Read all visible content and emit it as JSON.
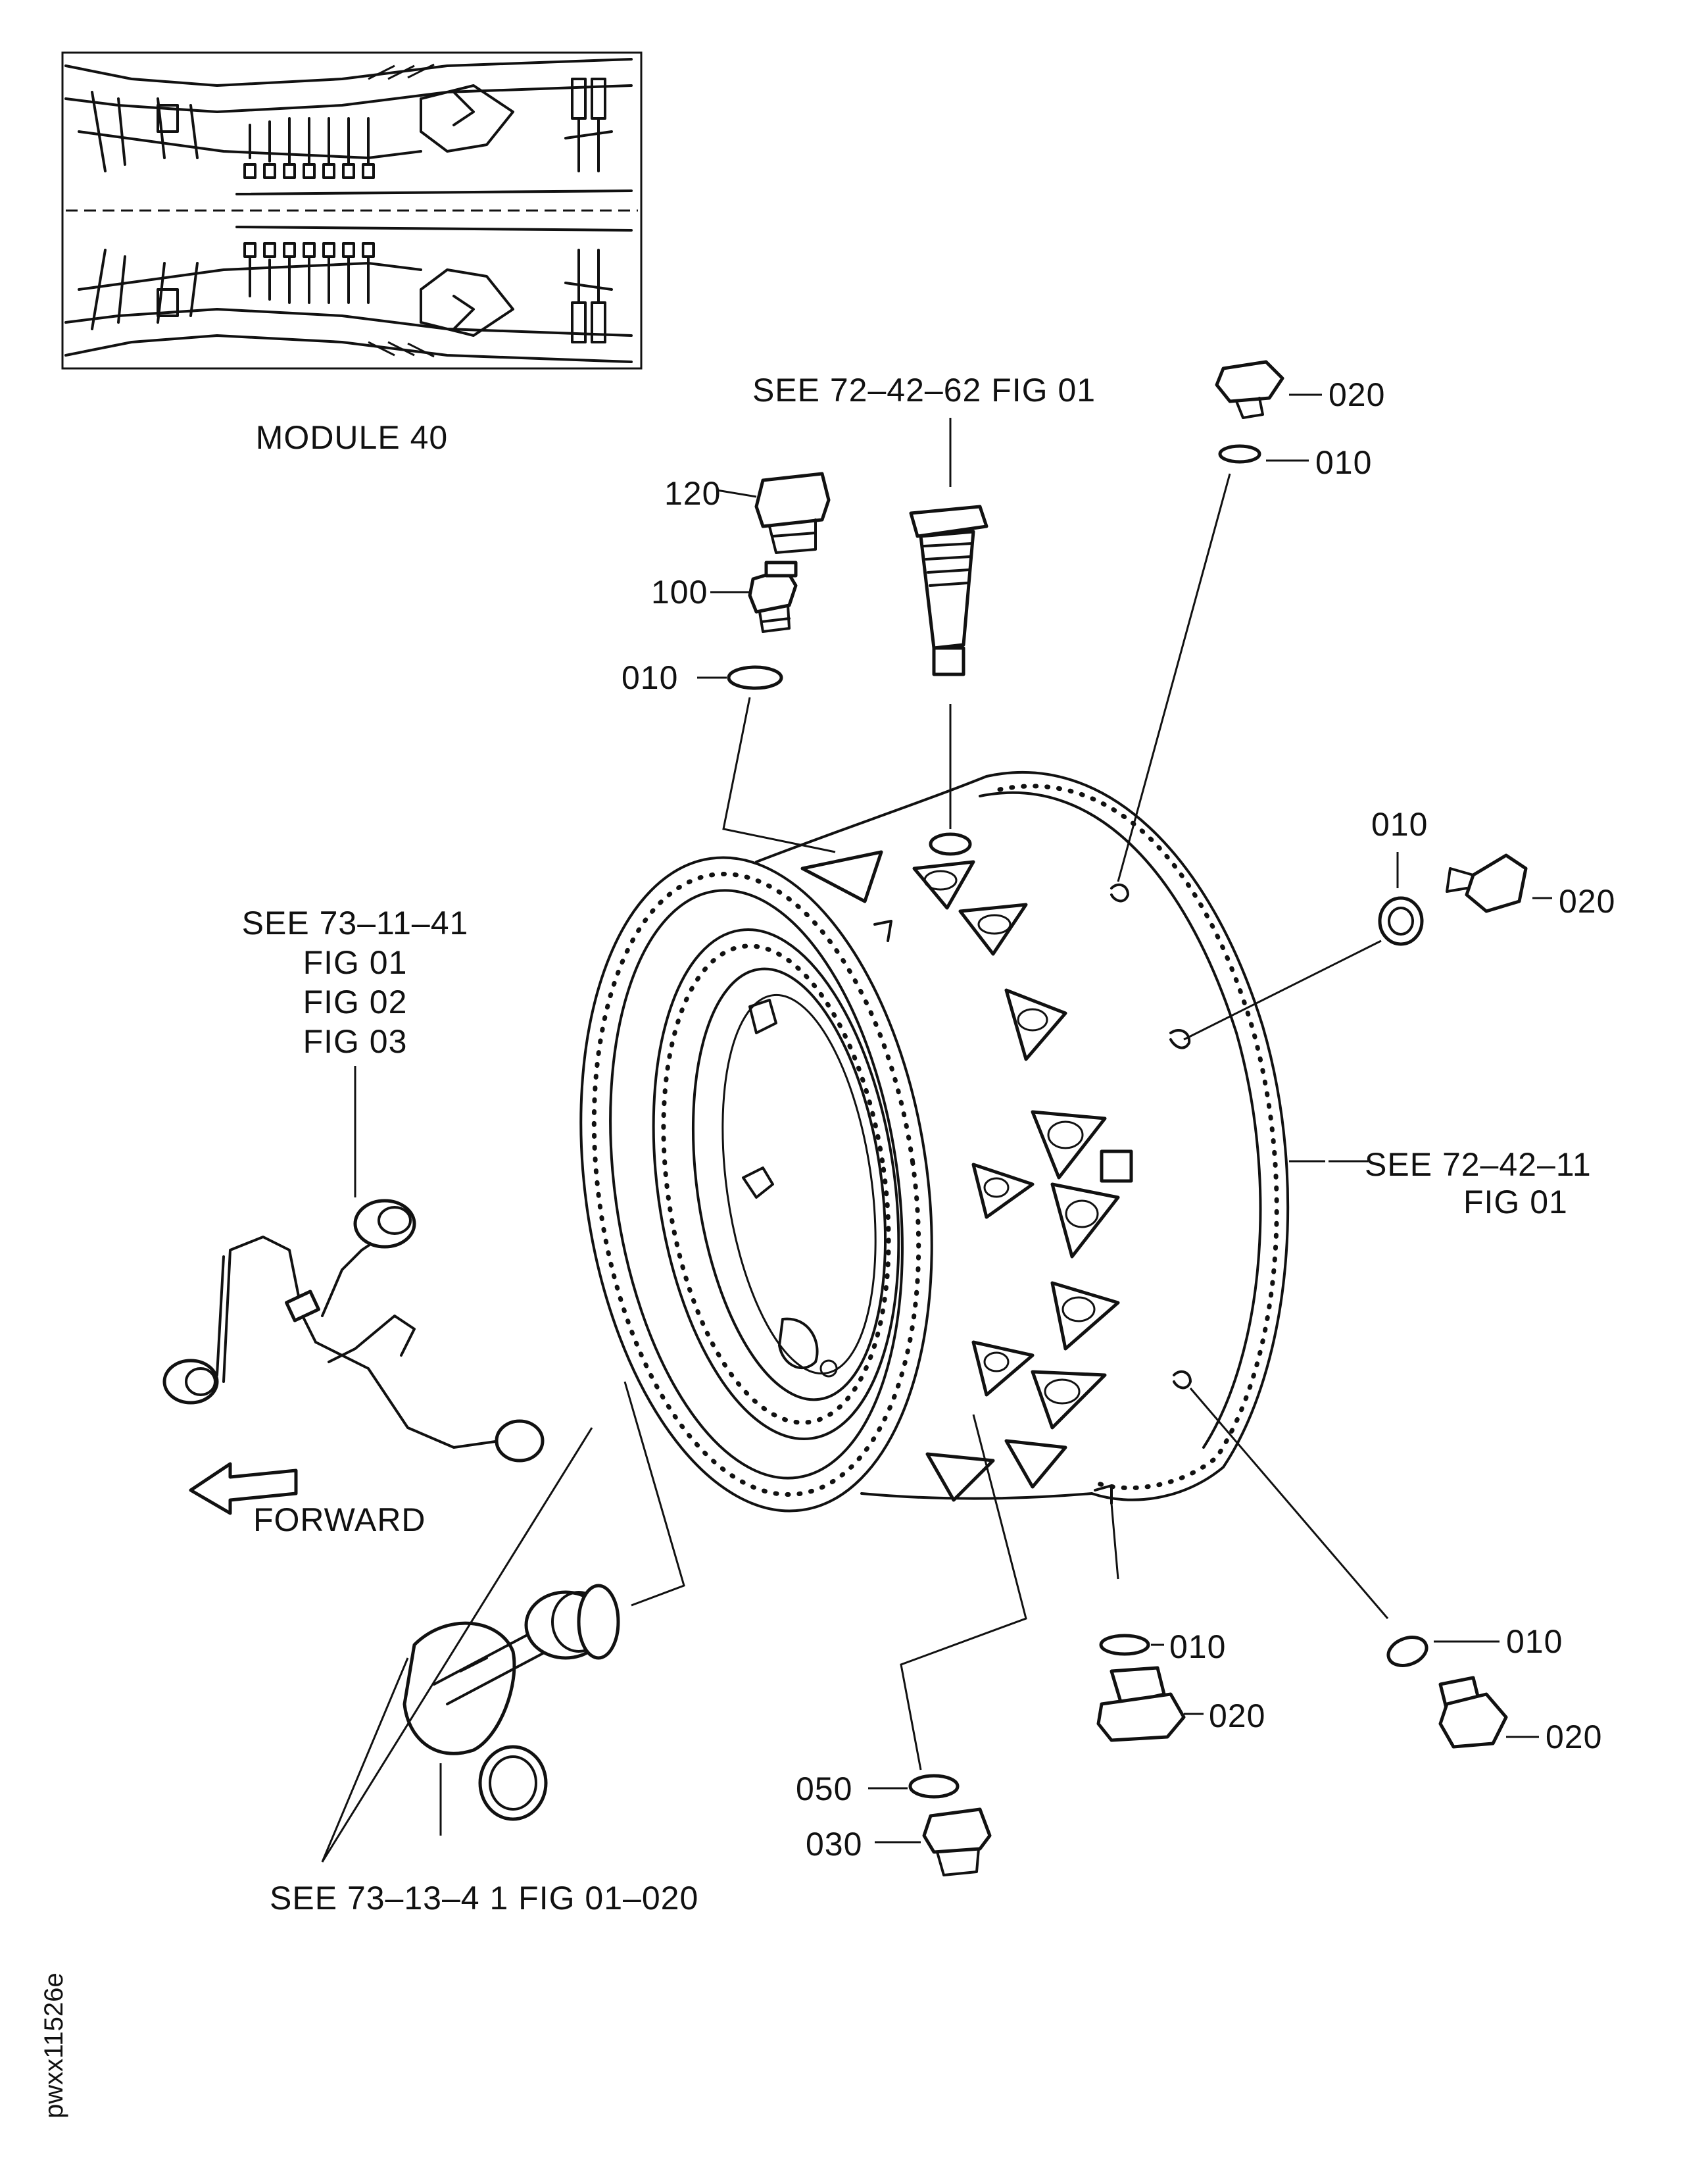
{
  "module_label": "MODULE 40",
  "refs": {
    "top": "SEE 72–42–62 FIG 01",
    "right_line1": "SEE 72–42–11",
    "right_line2": "FIG 01",
    "left_line1": "SEE 73–11–41",
    "left_line2": "FIG 01",
    "left_line3": "FIG 02",
    "left_line4": "FIG 03",
    "bottom": "SEE 73–13–4 1 FIG 01–020"
  },
  "direction_label": "FORWARD",
  "callouts": {
    "c120": "120",
    "c100": "100",
    "c010_upper_left": "010",
    "c020_top_right": "020",
    "c010_top_right": "010",
    "c010_right": "010",
    "c020_right": "020",
    "c010_bottom_mid": "010",
    "c020_bottom_mid": "020",
    "c010_bottom_right": "010",
    "c020_bottom_right": "020",
    "c050": "050",
    "c030": "030"
  },
  "doc_id": "pwxx11526e"
}
